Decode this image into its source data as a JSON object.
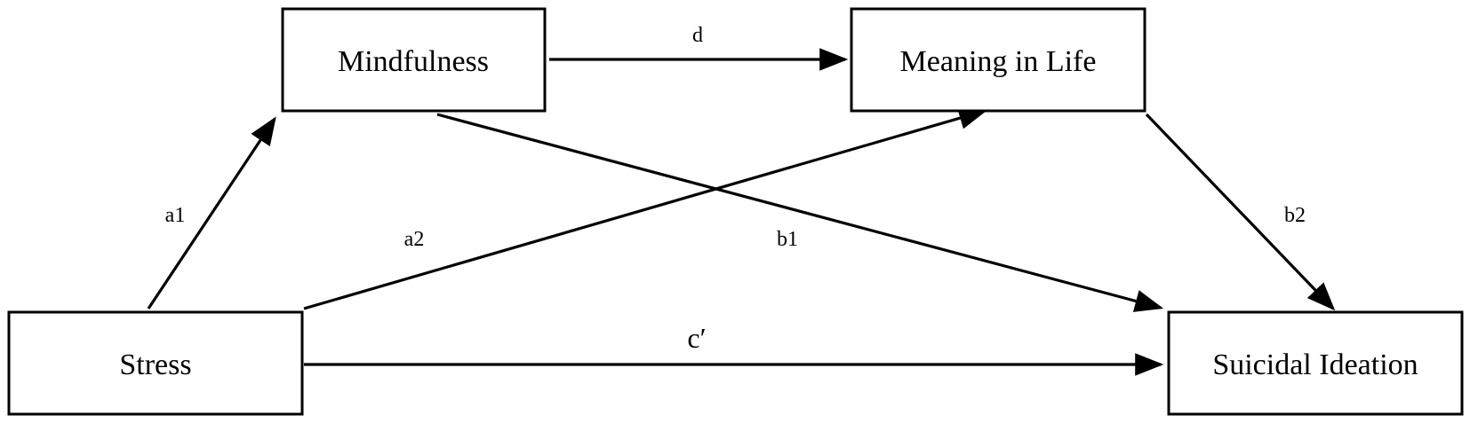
{
  "nodes": {
    "mindfulness": "Mindfulness",
    "meaning_in_life": "Meaning in Life",
    "stress": "Stress",
    "suicidal_ideation": "Suicidal Ideation"
  },
  "paths": {
    "a1": "a1",
    "a2": "a2",
    "b1": "b1",
    "b2": "b2",
    "d": "d",
    "c_prime": "c′"
  },
  "edges": [
    {
      "from": "stress",
      "to": "mindfulness",
      "label": "a1"
    },
    {
      "from": "stress",
      "to": "meaning_in_life",
      "label": "a2"
    },
    {
      "from": "mindfulness",
      "to": "suicidal_ideation",
      "label": "b1"
    },
    {
      "from": "meaning_in_life",
      "to": "suicidal_ideation",
      "label": "b2"
    },
    {
      "from": "mindfulness",
      "to": "meaning_in_life",
      "label": "d"
    },
    {
      "from": "stress",
      "to": "suicidal_ideation",
      "label": "c′"
    }
  ],
  "colors": {
    "stroke": "#000000",
    "background": "#ffffff"
  }
}
